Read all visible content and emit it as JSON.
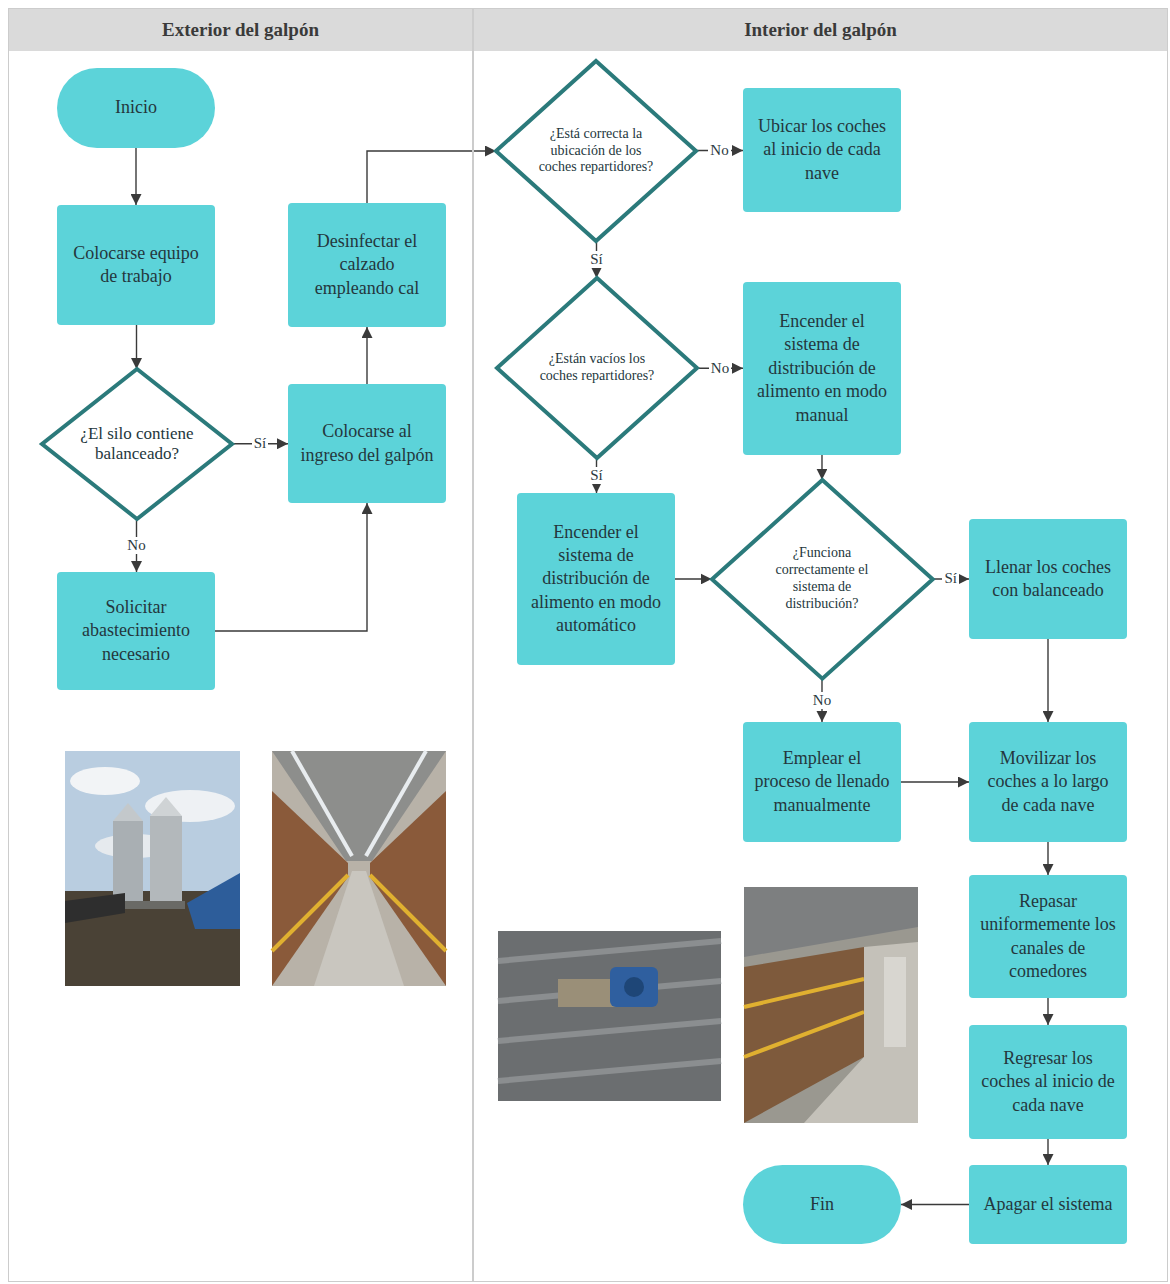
{
  "diagram": {
    "nodes": [
      {
        "text": [
          "Exterior del galpón"
        ]
      },
      {
        "text": [
          "Interior del galpón"
        ]
      },
      {
        "text": [
          "Inicio"
        ],
        "in": 0
      },
      {
        "text": [
          "Colocarse equipo de trabajo"
        ],
        "in": 0
      },
      {
        "text": [
          "¿El silo contiene balanceado?"
        ],
        "in": 0
      },
      {
        "text": [
          "Solicitar abastecimiento necesario"
        ],
        "in": 0
      },
      {
        "text": [
          "Colocarse al ingreso del galpón"
        ],
        "in": 0
      },
      {
        "text": [
          "Desinfectar el calzado empleando cal"
        ],
        "in": 0
      },
      {
        "text": [
          "¿Está correcta la ubicación de los coches repartidores?"
        ],
        "in": 1
      },
      {
        "text": [
          "Ubicar los coches al inicio de cada nave"
        ],
        "in": 1
      },
      {
        "text": [
          "¿Están vacíos los coches repartidores?"
        ],
        "in": 1
      },
      {
        "text": [
          "Encender el sistema de distribución de alimento en modo manual"
        ],
        "in": 1
      },
      {
        "text": [
          "Encender el sistema de distribución de alimento en modo automático"
        ],
        "in": 1
      },
      {
        "text": [
          "¿Funciona correctamente el sistema de distribución?"
        ],
        "in": 1
      },
      {
        "text": [
          "Llenar los coches con balanceado"
        ],
        "in": 1
      },
      {
        "text": [
          "Emplear el proceso de llenado manualmente"
        ],
        "in": 1
      },
      {
        "text": [
          "Movilizar los coches a lo largo de cada nave"
        ],
        "in": 1
      },
      {
        "text": [
          "Repasar uniformemente los canales de comedores"
        ],
        "in": 1
      },
      {
        "text": [
          "Regresar los coches al inicio de cada nave"
        ],
        "in": 1
      },
      {
        "text": [
          "Apagar el sistema"
        ],
        "in": 1
      },
      {
        "text": [
          "Fin"
        ],
        "in": 1
      }
    ],
    "edges": [
      {
        "from": 2,
        "to": 3,
        "arrow": "to"
      },
      {
        "from": 3,
        "to": 4,
        "arrow": "to"
      },
      {
        "from": 4,
        "to": 6,
        "label": "Sí",
        "arrow": "to"
      },
      {
        "from": 4,
        "to": 5,
        "label": "No",
        "arrow": "to"
      },
      {
        "from": 5,
        "to": 6,
        "arrow": "to"
      },
      {
        "from": 6,
        "to": 7,
        "arrow": "to"
      },
      {
        "from": 7,
        "to": 8,
        "arrow": "to"
      },
      {
        "from": 8,
        "to": 9,
        "label": "No",
        "arrow": "to"
      },
      {
        "from": 8,
        "to": 10,
        "label": "Sí",
        "arrow": "to"
      },
      {
        "from": 10,
        "to": 11,
        "label": "No",
        "arrow": "to"
      },
      {
        "from": 10,
        "to": 12,
        "label": "Sí",
        "arrow": "to"
      },
      {
        "from": 11,
        "to": 13,
        "arrow": "to"
      },
      {
        "from": 12,
        "to": 13,
        "arrow": "to"
      },
      {
        "from": 13,
        "to": 14,
        "label": "Sí",
        "arrow": "to"
      },
      {
        "from": 13,
        "to": 15,
        "label": "No",
        "arrow": "to"
      },
      {
        "from": 14,
        "to": 16,
        "arrow": "to"
      },
      {
        "from": 15,
        "to": 16,
        "arrow": "to"
      },
      {
        "from": 16,
        "to": 17,
        "arrow": "to"
      },
      {
        "from": 17,
        "to": 18,
        "arrow": "to"
      },
      {
        "from": 18,
        "to": 19,
        "arrow": "to"
      },
      {
        "from": 19,
        "to": 20,
        "arrow": "to"
      }
    ]
  }
}
